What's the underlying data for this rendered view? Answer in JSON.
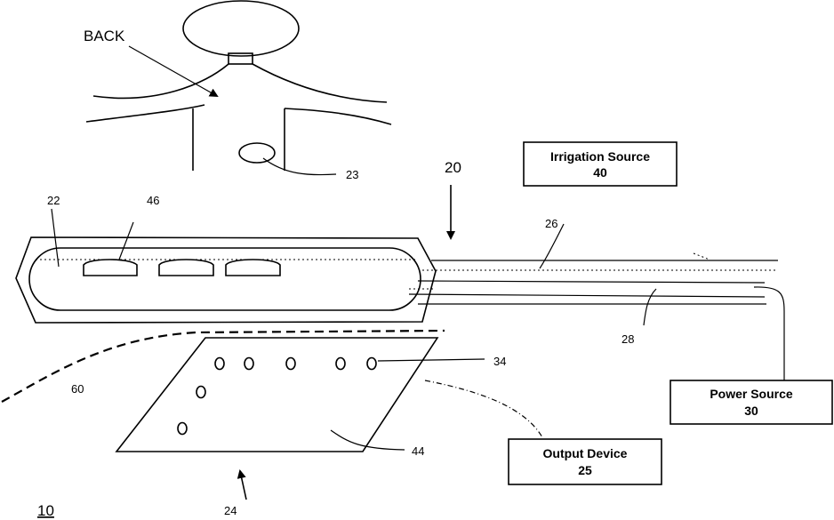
{
  "figure_label": "10",
  "back_label": "BACK",
  "refs": {
    "r20": "20",
    "r22": "22",
    "r23": "23",
    "r24": "24",
    "r26": "26",
    "r28": "28",
    "r34": "34",
    "r44": "44",
    "r46": "46",
    "r60": "60"
  },
  "boxes": {
    "irrigation": {
      "title": "Irrigation Source",
      "num": "40"
    },
    "power": {
      "title": "Power Source",
      "num": "30"
    },
    "output": {
      "title": "Output Device",
      "num": "25"
    }
  }
}
